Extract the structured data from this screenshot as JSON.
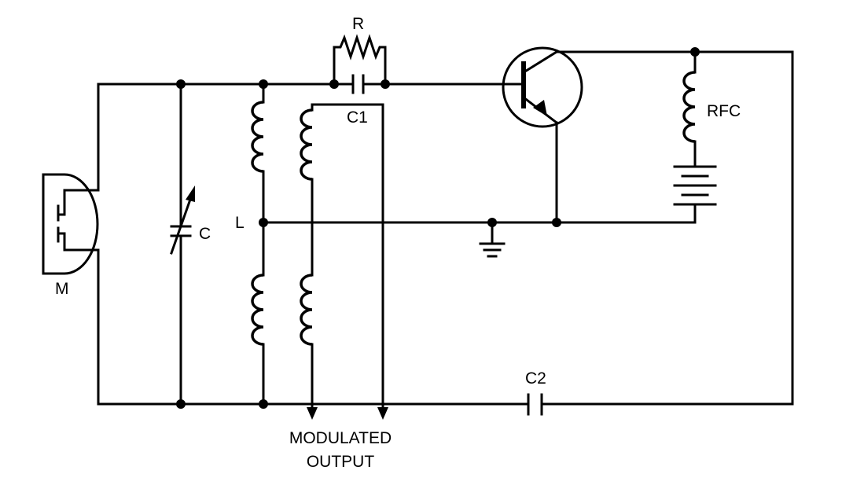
{
  "labels": {
    "resistor": "R",
    "capacitor_c1": "C1",
    "rf_choke": "RFC",
    "variable_capacitor": "C",
    "inductor": "L",
    "microphone": "M",
    "capacitor_c2": "C2"
  },
  "output": {
    "line1": "MODULATED",
    "line2": "OUTPUT"
  },
  "colors": {
    "ink": "#000000",
    "paper": "#ffffff"
  }
}
